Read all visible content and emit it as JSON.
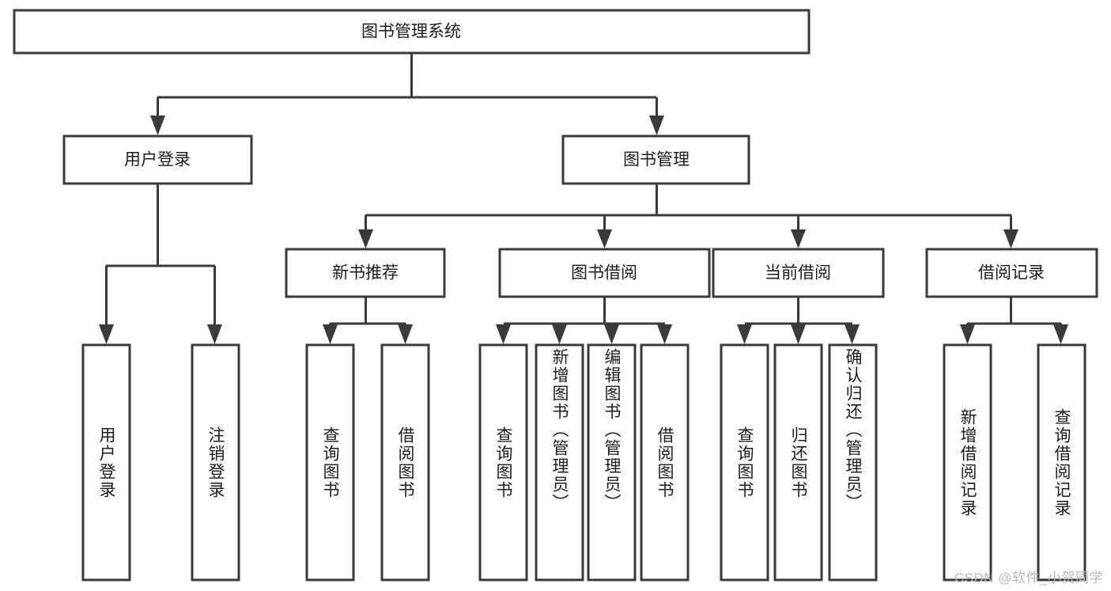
{
  "diagram": {
    "type": "tree",
    "title": "图书管理系统",
    "watermark": "CSDN @软件_小贺同学",
    "colors": {
      "box_stroke": "#3a3a3a",
      "box_fill": "#ffffff",
      "text": "#1c1c1c",
      "connector": "#3a3a3a",
      "watermark": "#b9b9b9",
      "background": "#ffffff"
    },
    "root": {
      "label": "图书管理系统"
    },
    "level2": [
      {
        "label": "用户登录"
      },
      {
        "label": "图书管理"
      }
    ],
    "level3": [
      {
        "label": "新书推荐"
      },
      {
        "label": "图书借阅"
      },
      {
        "label": "当前借阅"
      },
      {
        "label": "借阅记录"
      }
    ],
    "leaves": {
      "user_login": [
        {
          "label": "用户登录"
        },
        {
          "label": "注销登录"
        }
      ],
      "new_book_recommend": [
        {
          "label": "查询图书"
        },
        {
          "label": "借阅图书"
        }
      ],
      "book_borrow": [
        {
          "label": "查询图书"
        },
        {
          "label": "新增图书（管理员）"
        },
        {
          "label": "编辑图书（管理员）"
        },
        {
          "label": "借阅图书"
        }
      ],
      "current_borrow": [
        {
          "label": "查询图书"
        },
        {
          "label": "归还图书"
        },
        {
          "label": "确认归还（管理员）"
        }
      ],
      "borrow_record": [
        {
          "label": "新增借阅记录"
        },
        {
          "label": "查询借阅记录"
        }
      ]
    }
  }
}
